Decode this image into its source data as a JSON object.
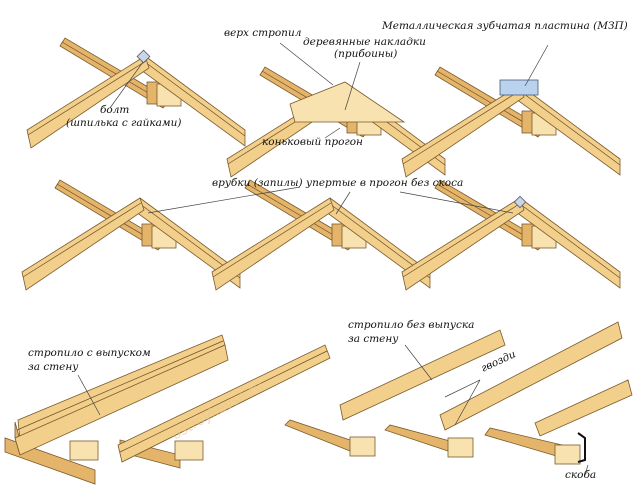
{
  "labels": {
    "bolt_1": "болт",
    "bolt_2": "(шпилька с гайками)",
    "rafter_top": "верх стропил",
    "wood_plates_1": "деревянные накладки",
    "wood_plates_2": "(прибоины)",
    "ridge_purlin": "коньковый прогон",
    "metal_plate": "Металлическая зубчатая пластина (МЗП)",
    "notches": "врубки (запилы) упертые в прогон без скоса",
    "rafter_overhang_1": "стропило с выпуском",
    "rafter_overhang_2": "за стену",
    "rafter_no_overhang_1": "стропило без выпуска",
    "rafter_no_overhang_2": "за стену",
    "nails": "гвозди",
    "staple": "скоба"
  },
  "watermark": "ostroykevse.ru",
  "colors": {
    "wood": "#f3cf8c",
    "wood_shade": "#e4b46a",
    "metal_plate": "#b9d3ee"
  }
}
